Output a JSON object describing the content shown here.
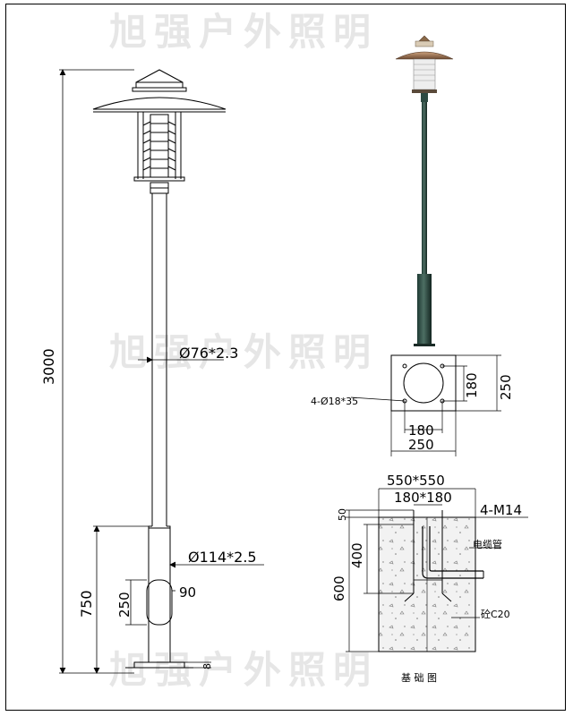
{
  "watermark": "旭强户外照明",
  "pole": {
    "height": "3000",
    "upper_tube": "Ø76*2.3",
    "lower_tube": "Ø114*2.5",
    "base_section": "750",
    "door_height": "250",
    "door_width": "90",
    "plate_thickness": "8"
  },
  "base_plate": {
    "bolt_holes": "4-Ø18*35",
    "hole_spacing_v": "180",
    "plate_size_v": "250",
    "hole_spacing_h": "180",
    "plate_size_h": "250"
  },
  "foundation": {
    "footprint": "550*550",
    "bolt_spacing": "180*180",
    "anchor_bolts": "4-M14",
    "top_offset": "50",
    "bolt_depth": "400",
    "depth": "600",
    "cable_conduit": "电缆管",
    "concrete": "砼C20",
    "caption": "基 础 图"
  }
}
